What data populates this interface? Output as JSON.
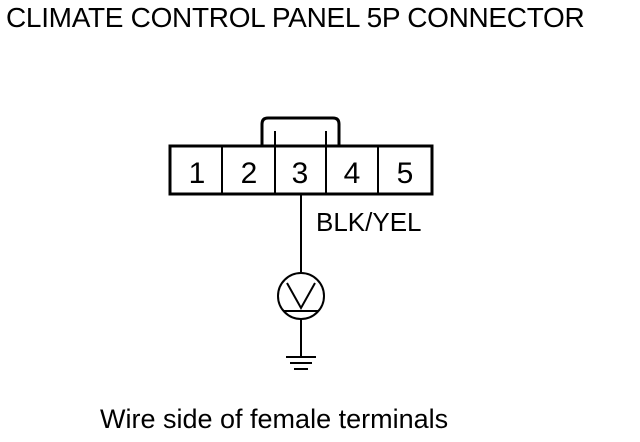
{
  "title": "CLIMATE CONTROL PANEL 5P CONNECTOR",
  "connector": {
    "terminals": [
      "1",
      "2",
      "3",
      "4",
      "5"
    ],
    "probed_terminal": "3",
    "wire_color": "BLK/YEL"
  },
  "meter": {
    "icon": "voltmeter-icon"
  },
  "ground": {
    "icon": "ground-symbol-icon"
  },
  "caption": "Wire side of female terminals"
}
